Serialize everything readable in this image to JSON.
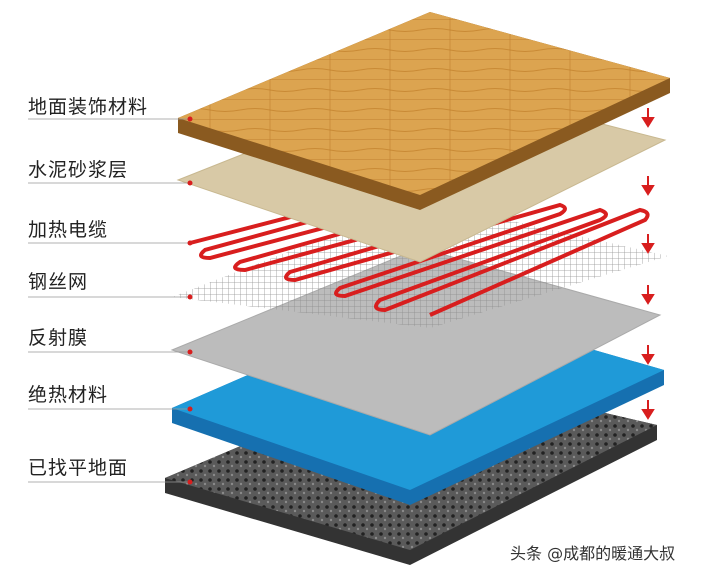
{
  "layers": [
    {
      "label": "地面装饰材料",
      "color": "#d9a04e"
    },
    {
      "label": "水泥砂浆层",
      "color": "#d8c9a6"
    },
    {
      "label": "加热电缆",
      "color": "#d81e1e"
    },
    {
      "label": "钢丝网",
      "color": "#9a9a9a"
    },
    {
      "label": "反射膜",
      "color": "#b9b9b9"
    },
    {
      "label": "绝热材料",
      "color": "#1f9ad8"
    },
    {
      "label": "已找平地面",
      "color": "#4a4a4a"
    }
  ],
  "arrow_color": "#d81e1e",
  "watermark": "头条 @成都的暖通大叔"
}
